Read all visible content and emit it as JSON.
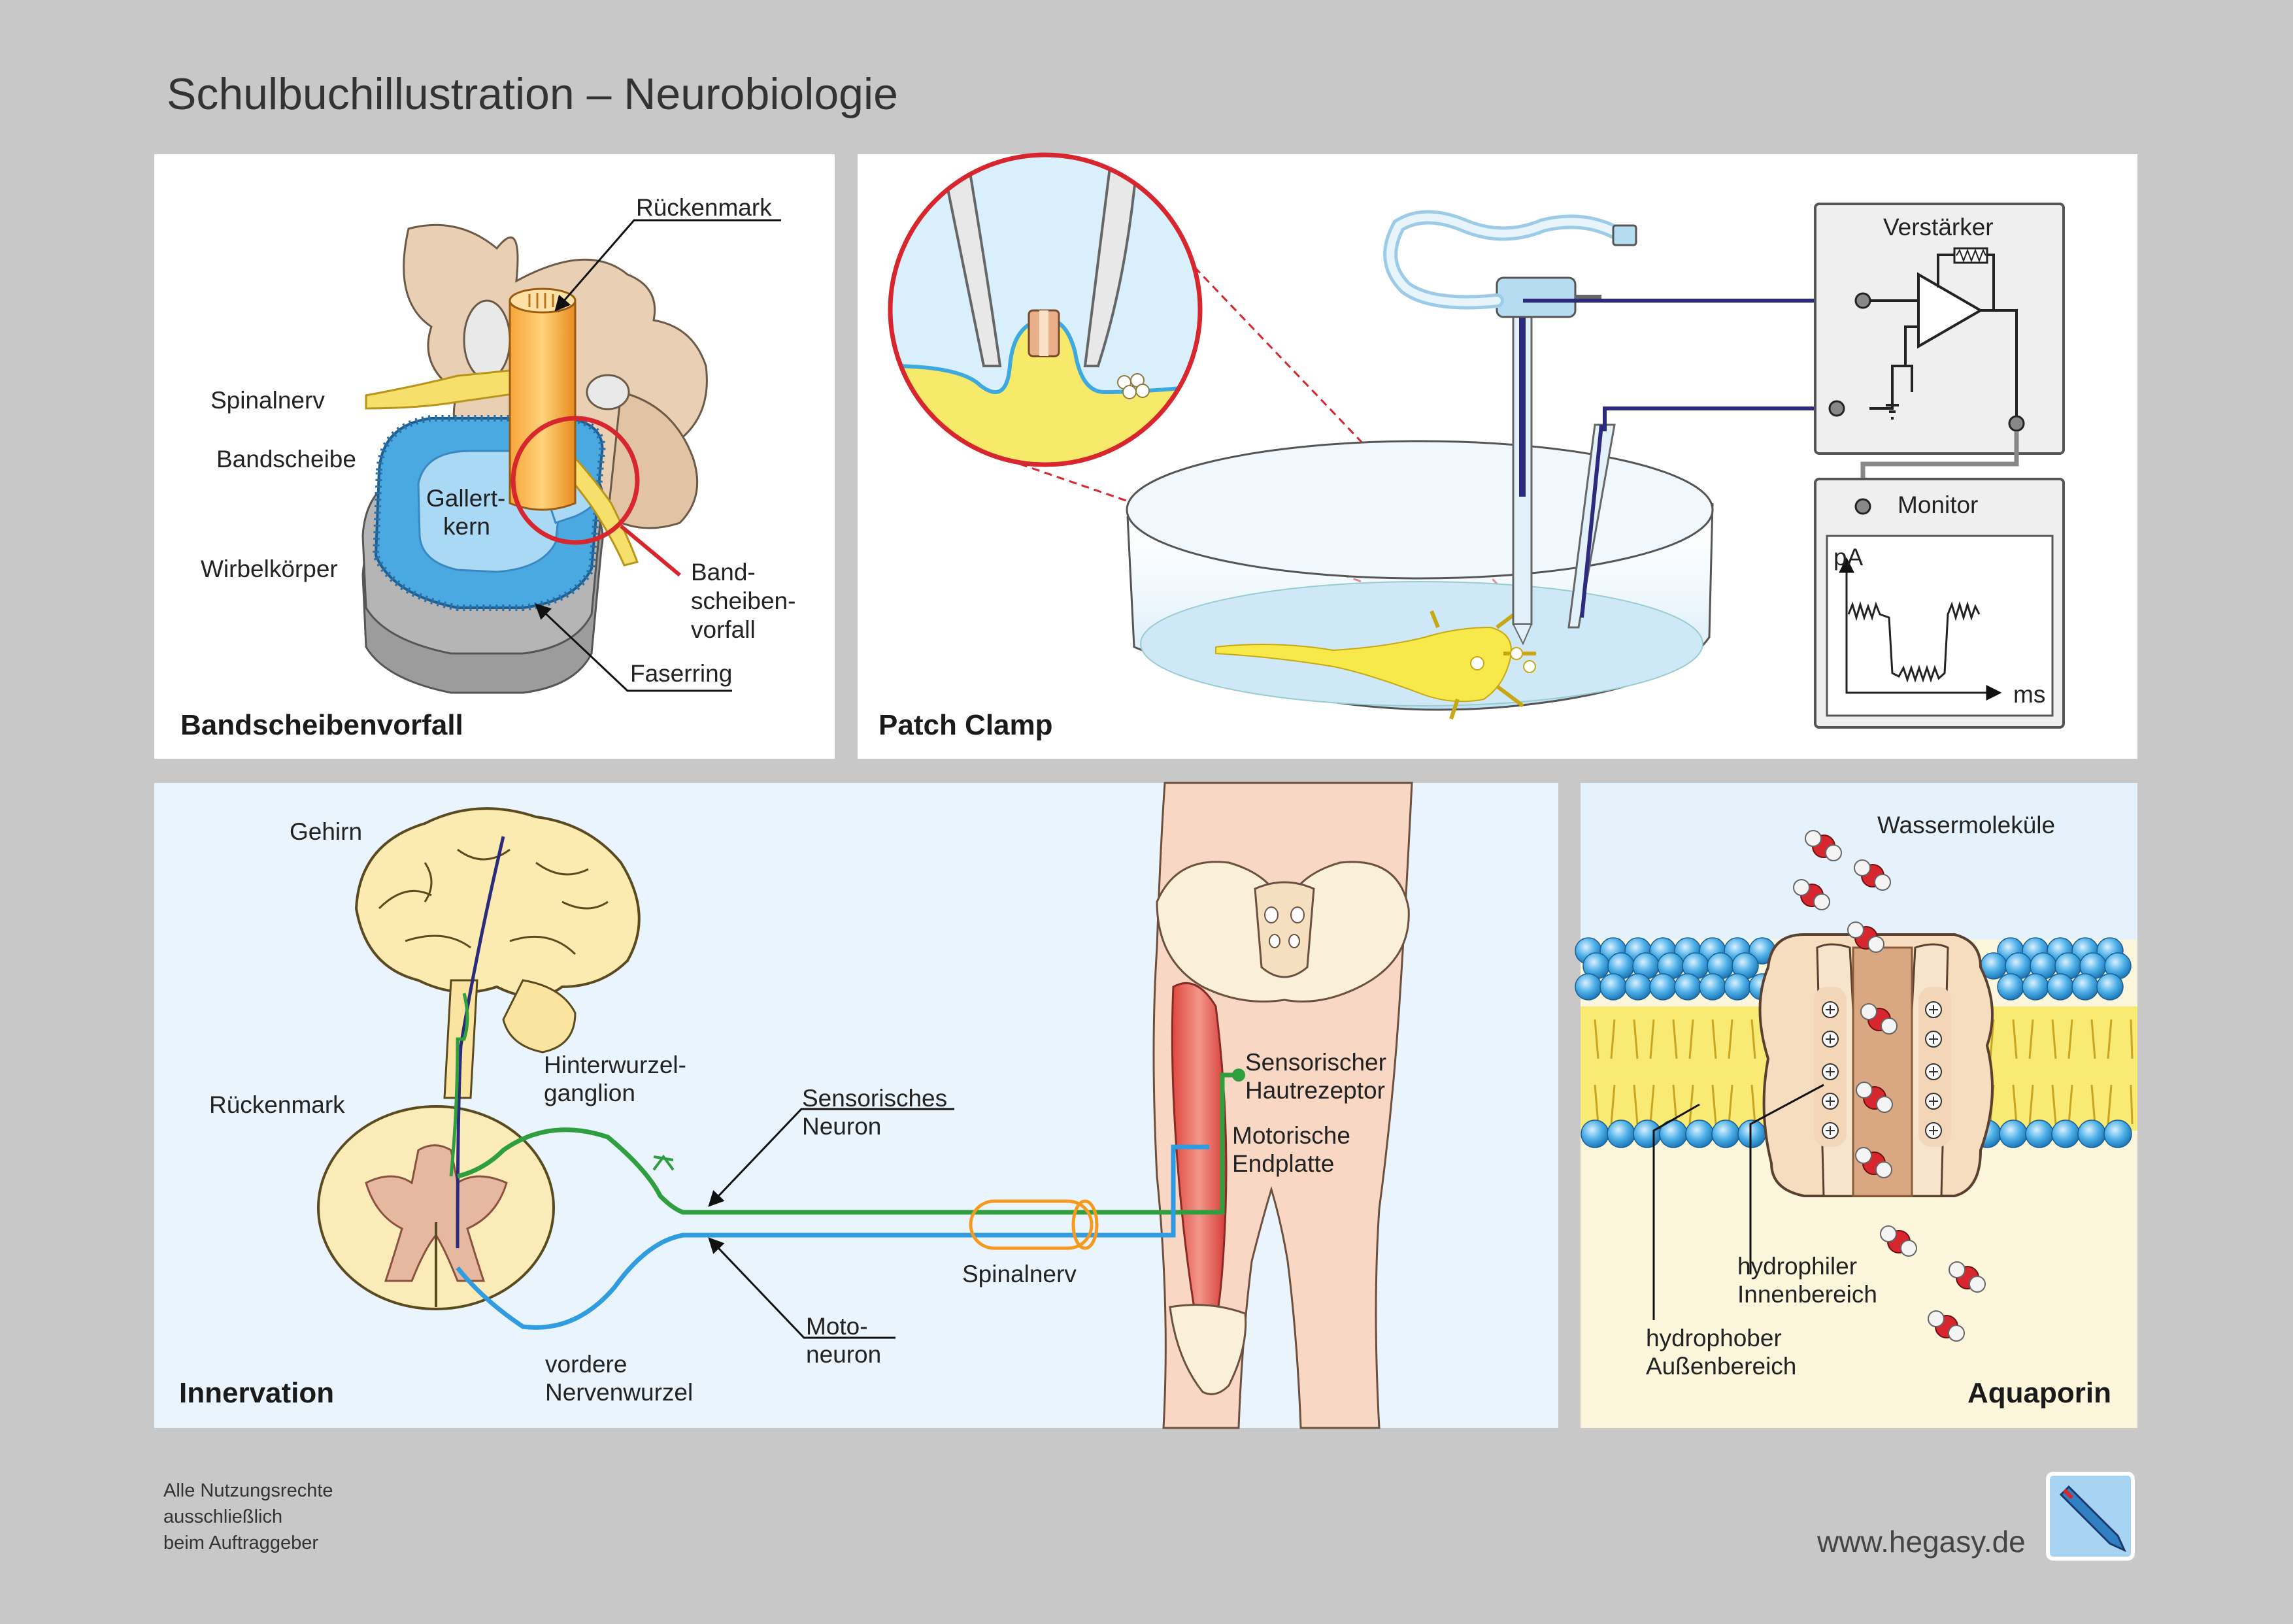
{
  "page_title": "Schulbuchillustration – Neurobiologie",
  "panels": {
    "bandscheibe": {
      "title": "Bandscheibenvorfall",
      "labels": {
        "rueckenmark": "Rückenmark",
        "spinalnerv": "Spinalnerv",
        "bandscheibe": "Bandscheibe",
        "wirbelkoerper": "Wirbelkörper",
        "gallert_1": "Gallert-",
        "gallert_2": "kern",
        "vorfall_1": "Band-",
        "vorfall_2": "scheiben-",
        "vorfall_3": "vorfall",
        "faserring": "Faserring"
      }
    },
    "patch": {
      "title": "Patch Clamp",
      "labels": {
        "verstaerker": "Verstärker",
        "monitor": "Monitor",
        "pa": "pA",
        "ms": "ms"
      }
    },
    "innervation": {
      "title": "Innervation",
      "labels": {
        "gehirn": "Gehirn",
        "rueckenmark": "Rückenmark",
        "hinterwurzel_1": "Hinterwurzel-",
        "hinterwurzel_2": "ganglion",
        "sens_neuron_1": "Sensorisches",
        "sens_neuron_2": "Neuron",
        "sens_rezeptor_1": "Sensorischer",
        "sens_rezeptor_2": "Hautrezeptor",
        "mot_endplatte_1": "Motorische",
        "mot_endplatte_2": "Endplatte",
        "spinalnerv": "Spinalnerv",
        "motoneuron_1": "Moto-",
        "motoneuron_2": "neuron",
        "vordere_1": "vordere",
        "vordere_2": "Nervenwurzel"
      }
    },
    "aquaporin": {
      "title": "Aquaporin",
      "labels": {
        "wasser": "Wassermoleküle",
        "hydrophil_1": "hydrophiler",
        "hydrophil_2": "Innenbereich",
        "hydrophob_1": "hydrophober",
        "hydrophob_2": "Außenbereich"
      }
    }
  },
  "footer": {
    "rights_1": "Alle Nutzungsrechte",
    "rights_2": "ausschließlich",
    "rights_3": "beim Auftraggeber",
    "url": "www.hegasy.de"
  },
  "colors": {
    "background": "#c8c8c8",
    "panel_white": "#ffffff",
    "panel_light_blue": "#eaf4fc",
    "panel_cream": "#fbf6dc",
    "highlight_red": "#d8262e",
    "neuron_yellow": "#f9ea52",
    "sensory_green": "#2e9e3e",
    "motor_blue": "#2f9be0",
    "brain_pathway": "#2c2a7c",
    "disc_blue": "#4aa9e0"
  }
}
